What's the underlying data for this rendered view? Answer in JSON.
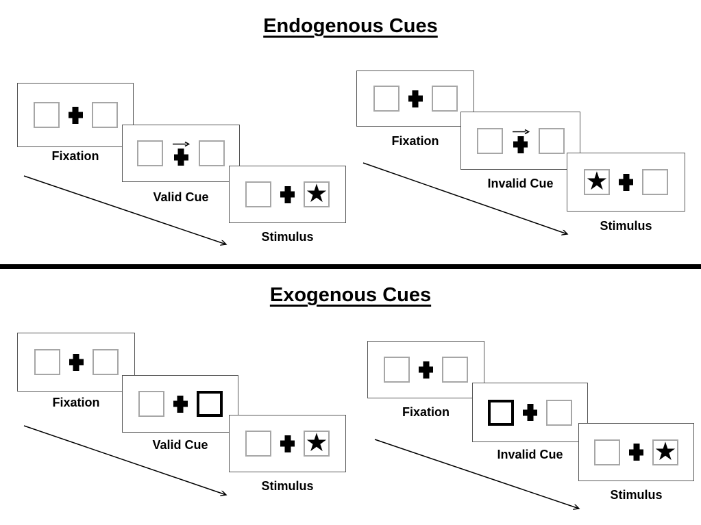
{
  "diagram": "Posner cueing paradigm trial sequences",
  "icons": {
    "star": "★",
    "fixation_cross": "plus-cross",
    "cue_arrow": "arrow-right"
  },
  "colors": {
    "background": "#ffffff",
    "panel_border": "#545454",
    "placeholder_box_border": "#a6a6a6",
    "exogenous_cue_box_border": "#000000",
    "text": "#000000",
    "divider": "#000000",
    "arrow": "#000000"
  },
  "sections": [
    {
      "title": "Endogenous Cues",
      "groups": [
        {
          "name": "endogenous-valid",
          "panels": [
            {
              "label": "Fixation",
              "left_box": "empty",
              "right_box": "empty",
              "cue": "none"
            },
            {
              "label": "Valid Cue",
              "left_box": "empty",
              "right_box": "empty",
              "cue": "central-arrow-pointing-right"
            },
            {
              "label": "Stimulus",
              "left_box": "empty",
              "right_box": "star",
              "cue": "none"
            }
          ]
        },
        {
          "name": "endogenous-invalid",
          "panels": [
            {
              "label": "Fixation",
              "left_box": "empty",
              "right_box": "empty",
              "cue": "none"
            },
            {
              "label": "Invalid Cue",
              "left_box": "empty",
              "right_box": "empty",
              "cue": "central-arrow-pointing-right"
            },
            {
              "label": "Stimulus",
              "left_box": "star",
              "right_box": "empty",
              "cue": "none"
            }
          ]
        }
      ]
    },
    {
      "title": "Exogenous Cues",
      "groups": [
        {
          "name": "exogenous-valid",
          "panels": [
            {
              "label": "Fixation",
              "left_box": "empty",
              "right_box": "empty",
              "cue": "none"
            },
            {
              "label": "Valid Cue",
              "left_box": "empty",
              "right_box": "thick-empty",
              "cue": "peripheral-right-box-highlight"
            },
            {
              "label": "Stimulus",
              "left_box": "empty",
              "right_box": "star",
              "cue": "none"
            }
          ]
        },
        {
          "name": "exogenous-invalid",
          "panels": [
            {
              "label": "Fixation",
              "left_box": "empty",
              "right_box": "empty",
              "cue": "none"
            },
            {
              "label": "Invalid Cue",
              "left_box": "thick-empty",
              "right_box": "empty",
              "cue": "peripheral-left-box-highlight"
            },
            {
              "label": "Stimulus",
              "left_box": "empty",
              "right_box": "star",
              "cue": "none"
            }
          ]
        }
      ]
    }
  ]
}
